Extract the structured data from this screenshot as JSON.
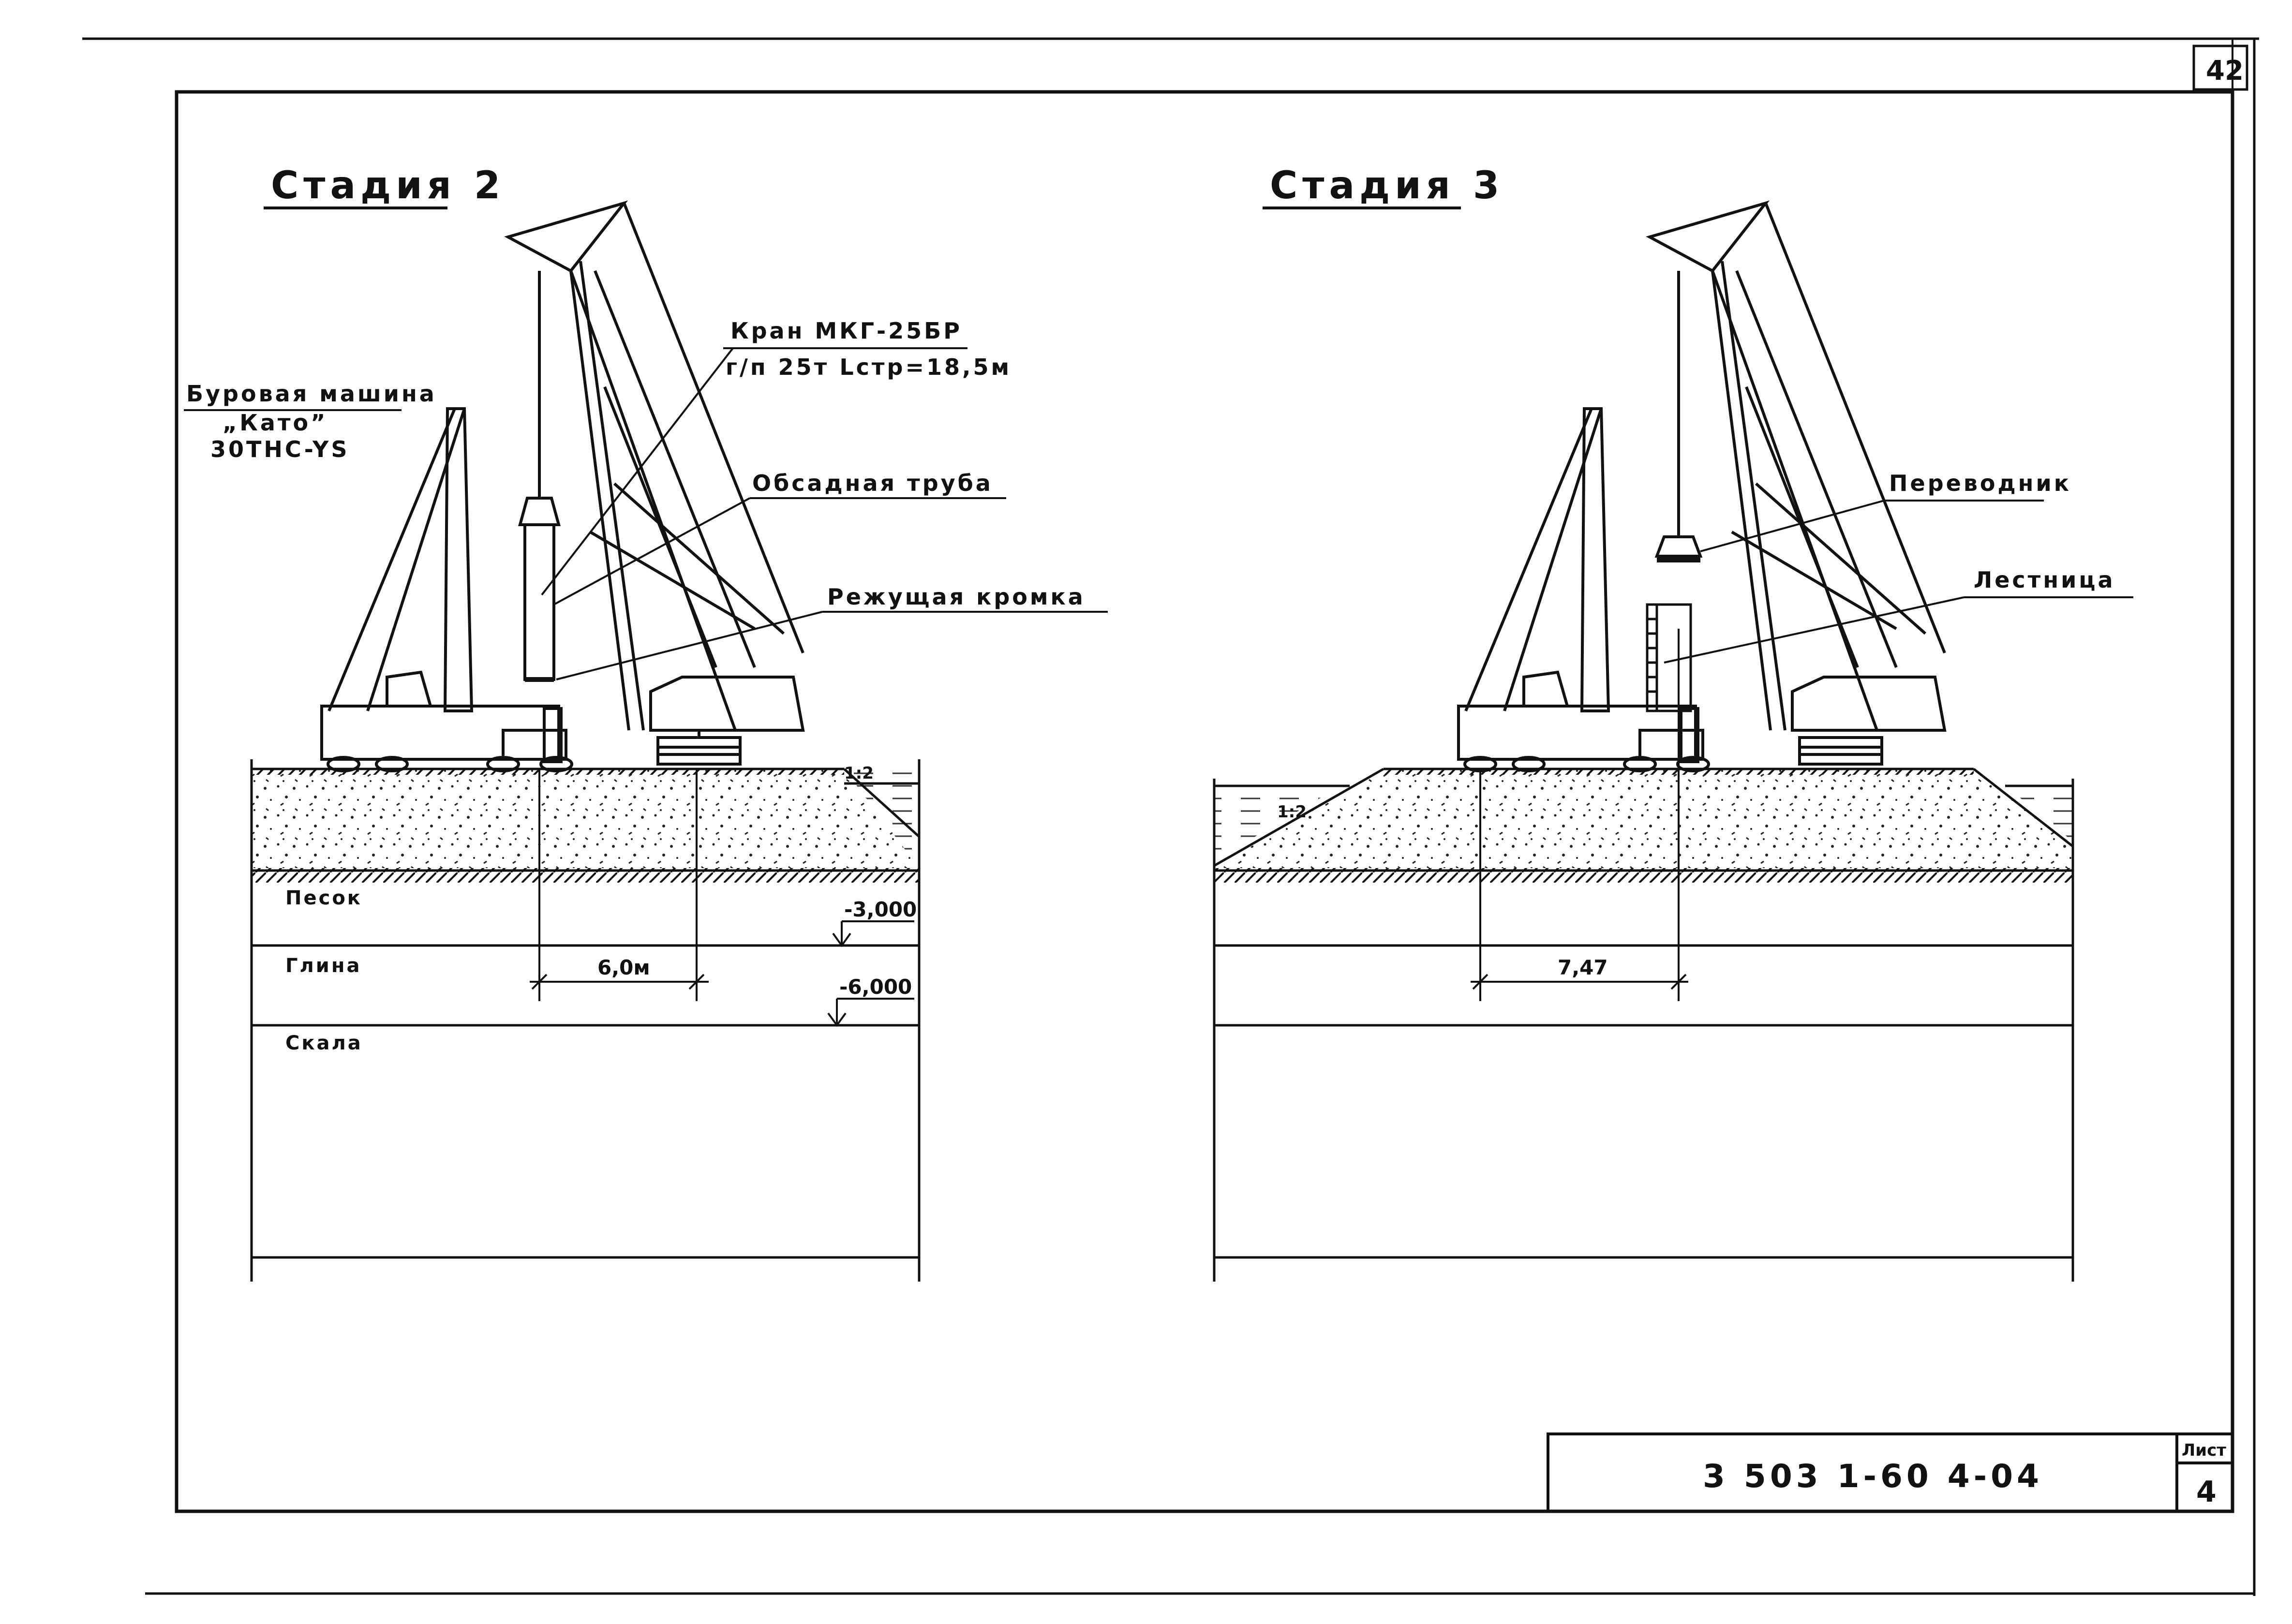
{
  "sheet": {
    "page_number": "42",
    "document_code": "3 503 1-60 4-04",
    "sheet_label": "Лист",
    "sheet_number": "4"
  },
  "stage2": {
    "title": "Стадия 2",
    "drill_label_1": "Буровая машина",
    "drill_label_2": "„Като”",
    "drill_label_3": "30THC-YS",
    "crane_label_1": "Кран МКГ-25БР",
    "crane_label_2": "г/п 25т Lстр=18,5м",
    "casing_label": "Обсадная труба",
    "edge_label": "Режущая кромка",
    "soil_sand": "Песок",
    "soil_clay": "Глина",
    "soil_rock": "Скала",
    "level_1": "-3,000",
    "level_2": "-6,000",
    "distance": "6,0м",
    "slope": "1:2"
  },
  "stage3": {
    "title": "Стадия 3",
    "adapter_label": "Переводник",
    "ladder_label": "Лестница",
    "distance": "7,47",
    "slope": "1:2"
  },
  "colors": {
    "ink": "#111111",
    "paper": "#ffffff"
  }
}
